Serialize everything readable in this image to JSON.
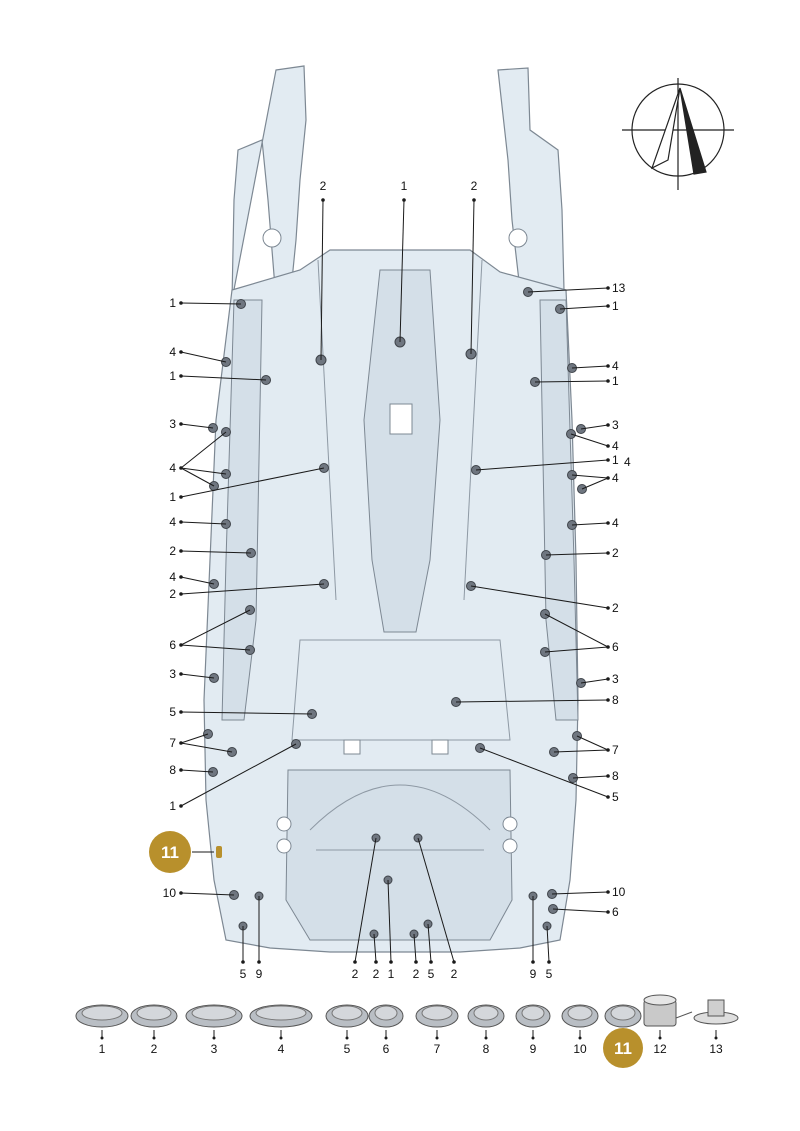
{
  "highlight": {
    "label": "11",
    "color": "#b8902c"
  },
  "left_callouts": [
    "1",
    "4",
    "1",
    "3",
    "4",
    "1",
    "4",
    "2",
    "4",
    "2",
    "6",
    "3",
    "5",
    "7",
    "8",
    "1",
    "10"
  ],
  "right_callouts": [
    "13",
    "1",
    "4",
    "1",
    "3",
    "4",
    "1",
    "4",
    "4",
    "2",
    "4",
    "2",
    "6",
    "3",
    "8",
    "7",
    "8",
    "5",
    "10",
    "6"
  ],
  "top_callouts": [
    "2",
    "1",
    "2"
  ],
  "bottom_callouts": [
    "5",
    "9",
    "2",
    "2",
    "1",
    "2",
    "5",
    "2",
    "9",
    "5"
  ],
  "legend": [
    {
      "number": "1",
      "icon": "round-grommet-icon"
    },
    {
      "number": "2",
      "icon": "large-round-grommet-icon"
    },
    {
      "number": "3",
      "icon": "oval-plug-icon"
    },
    {
      "number": "4",
      "icon": "long-oval-plug-icon"
    },
    {
      "number": "5",
      "icon": "domed-plug-icon"
    },
    {
      "number": "6",
      "icon": "small-round-plug-icon"
    },
    {
      "number": "7",
      "icon": "domed-plug-icon"
    },
    {
      "number": "8",
      "icon": "flat-round-plug-icon"
    },
    {
      "number": "9",
      "icon": "small-round-plug-icon"
    },
    {
      "number": "10",
      "icon": "flat-round-plug-icon"
    },
    {
      "number": "11",
      "icon": "flat-round-plug-icon"
    },
    {
      "number": "12",
      "icon": "tape-roll-icon"
    },
    {
      "number": "13",
      "icon": "clip-fastener-icon"
    }
  ],
  "compass_icon": "orientation-arrow-icon"
}
